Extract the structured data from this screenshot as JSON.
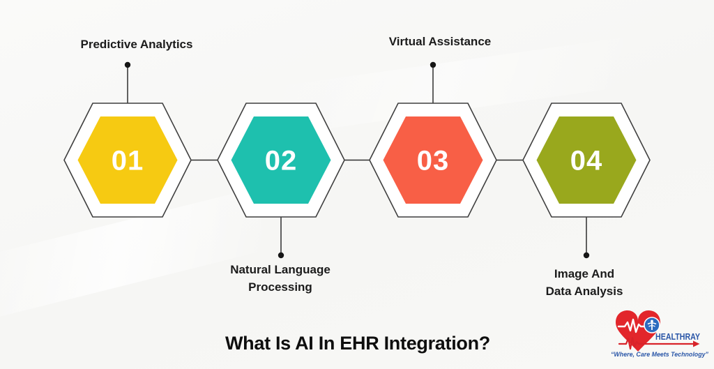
{
  "title": "What Is AI In EHR Integration?",
  "steps": [
    {
      "number": "01",
      "label_lines": [
        "Predictive Analytics",
        ""
      ],
      "color": "#F6CA12",
      "label_position": "top"
    },
    {
      "number": "02",
      "label_lines": [
        "Natural Language",
        "Processing"
      ],
      "color": "#1EC0AE",
      "label_position": "bottom"
    },
    {
      "number": "03",
      "label_lines": [
        "Virtual Assistance",
        ""
      ],
      "color": "#F85F46",
      "label_position": "top"
    },
    {
      "number": "04",
      "label_lines": [
        "Image And",
        "Data Analysis"
      ],
      "color": "#99A81D",
      "label_position": "bottom"
    }
  ],
  "logo": {
    "brand": "HEALTHRAY",
    "tagline": "“Where, Care Meets Technology”",
    "colors": {
      "heart": "#E2262B",
      "ekg": "#D8232A",
      "badge": "#2C6BBF",
      "text": "#2B57A8"
    }
  }
}
